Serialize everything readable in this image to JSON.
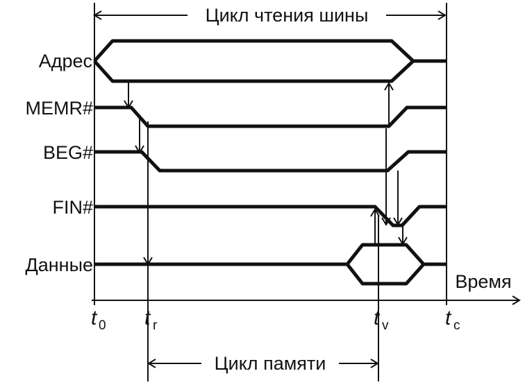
{
  "title": "Цикл чтения шины",
  "memory_cycle_label": "Цикл памяти",
  "time_axis_label": "Время",
  "signals": [
    {
      "name": "Адрес"
    },
    {
      "name": "MEMR#"
    },
    {
      "name": "BEG#"
    },
    {
      "name": "FIN#"
    },
    {
      "name": "Данные"
    }
  ],
  "time_marks": [
    {
      "main": "t",
      "sub": "0"
    },
    {
      "main": "t",
      "sub": "r"
    },
    {
      "main": "t",
      "sub": "v"
    },
    {
      "main": "t",
      "sub": "c"
    }
  ]
}
